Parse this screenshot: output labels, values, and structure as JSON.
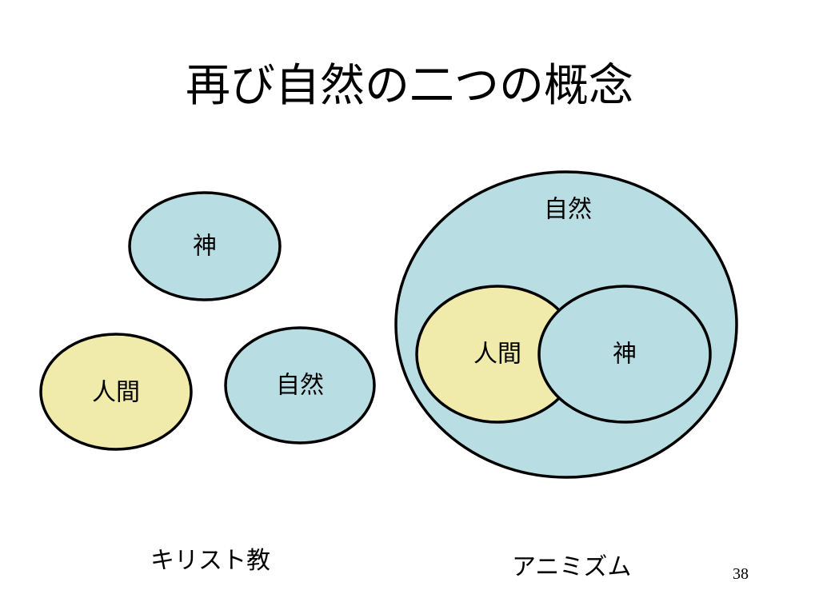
{
  "slide": {
    "title": "再び自然の二つの概念",
    "page_number": "38"
  },
  "christianity": {
    "caption": "キリスト教",
    "god_label": "神",
    "human_label": "人間",
    "nature_label": "自然"
  },
  "animism": {
    "caption": "アニミズム",
    "nature_label": "自然",
    "human_label": "人間",
    "god_label": "神"
  },
  "colors": {
    "light_blue": "#b8dee3",
    "light_yellow": "#f0eaab",
    "outline": "#000000"
  }
}
